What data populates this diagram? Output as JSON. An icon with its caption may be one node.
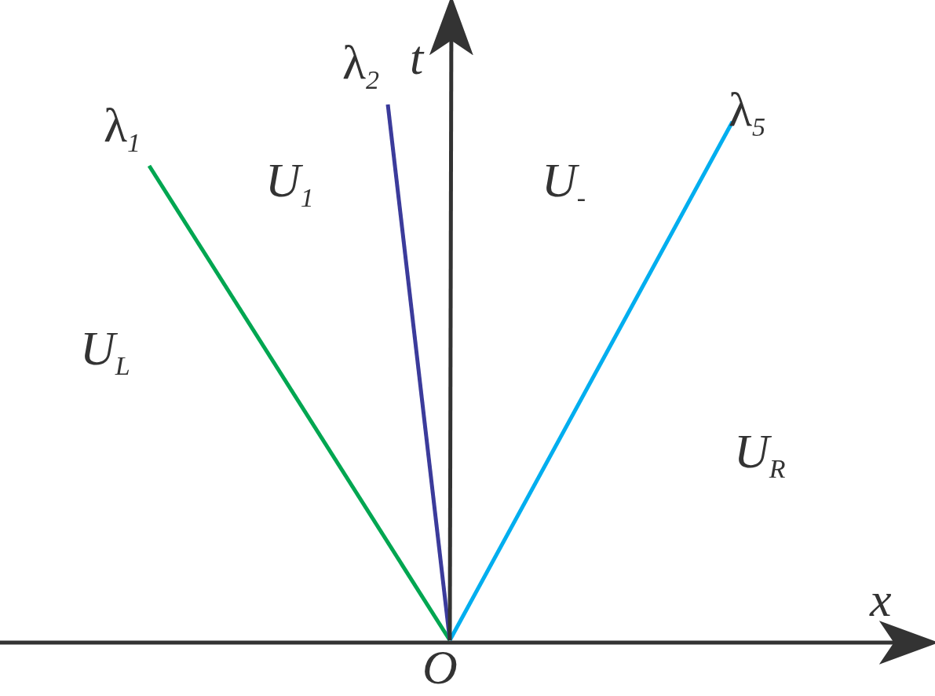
{
  "diagram": {
    "labels": [
      "λ$_{2}$",
      "t",
      "λ$_{5}$",
      "λ$_{1}$",
      "U$_{1}$",
      "U$_{-}$",
      "U$_{L}$",
      "U$_{R}$",
      "x",
      "O"
    ]
  }
}
